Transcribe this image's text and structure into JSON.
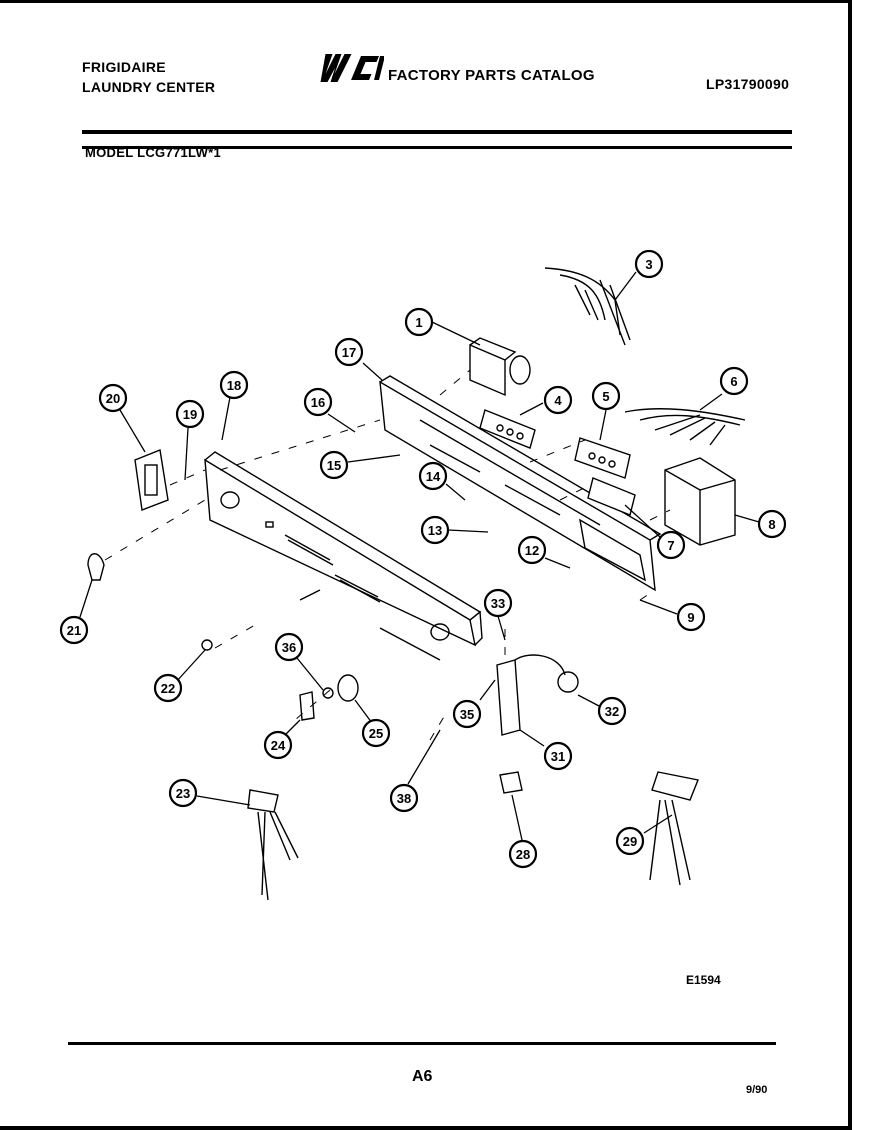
{
  "header": {
    "brand_line1": "FRIGIDAIRE",
    "brand_line2": "LAUNDRY CENTER",
    "logo_text": "WCI",
    "catalog_title": "FACTORY PARTS CATALOG",
    "publication_number": "LP31790090",
    "model": "MODEL LCG771LW*1"
  },
  "diagram": {
    "callouts": [
      "1",
      "3",
      "4",
      "5",
      "6",
      "7",
      "8",
      "9",
      "12",
      "13",
      "14",
      "15",
      "16",
      "17",
      "18",
      "19",
      "20",
      "21",
      "22",
      "23",
      "24",
      "25",
      "28",
      "29",
      "31",
      "32",
      "33",
      "35",
      "36",
      "38"
    ],
    "illustration_code": "E1594"
  },
  "footer": {
    "page": "A6",
    "date": "9/90"
  },
  "colors": {
    "ink": "#000000",
    "paper": "#ffffff"
  }
}
